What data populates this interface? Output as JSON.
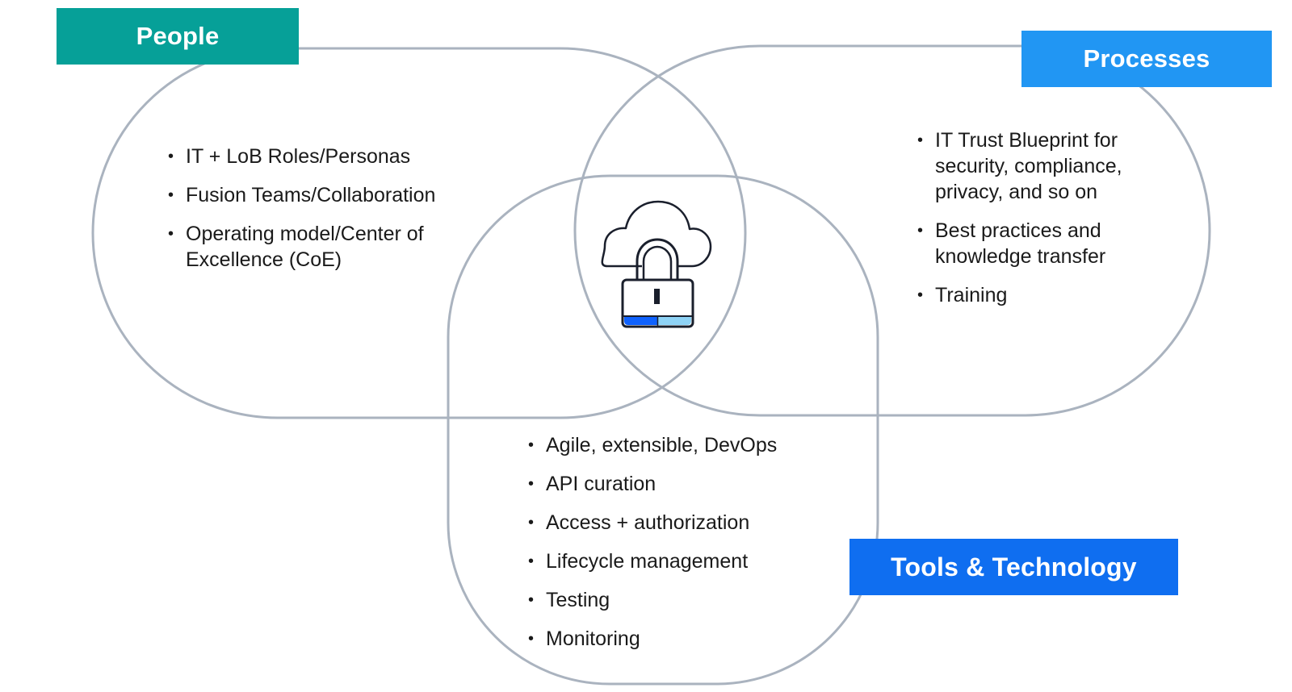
{
  "colors": {
    "people": "#06a098",
    "processes": "#2196f3",
    "tools": "#0f6ef0",
    "outline": "#aab3bf",
    "lock_dark_blue": "#0f62fe",
    "lock_light_blue": "#8ed3f6"
  },
  "labels": {
    "people": "People",
    "processes": "Processes",
    "tools": "Tools & Technology"
  },
  "people_items": [
    "IT + LoB Roles/Personas",
    "Fusion Teams/Collaboration",
    "Operating model/Center of Excellence (CoE)"
  ],
  "processes_items": [
    "IT Trust Blueprint for security, compliance, privacy, and so on",
    "Best practices and knowledge transfer",
    "Training"
  ],
  "tools_items": [
    "Agile, extensible, DevOps",
    "API curation",
    "Access + authorization",
    "Lifecycle management",
    "Testing",
    "Monitoring"
  ],
  "center_icon": "cloud-lock-icon"
}
